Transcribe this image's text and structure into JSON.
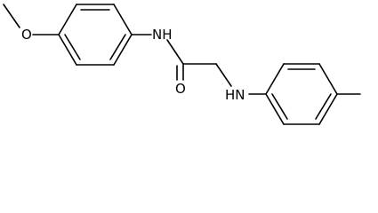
{
  "molecule": {
    "atom_labels": {
      "methoxy_oxygen": "O",
      "amide_nitrogen": "NH",
      "carbonyl_oxygen": "O",
      "amine_nitrogen": "HN"
    },
    "colors": {
      "bond": "#000000",
      "label": "#000000",
      "background": "#ffffff"
    }
  }
}
